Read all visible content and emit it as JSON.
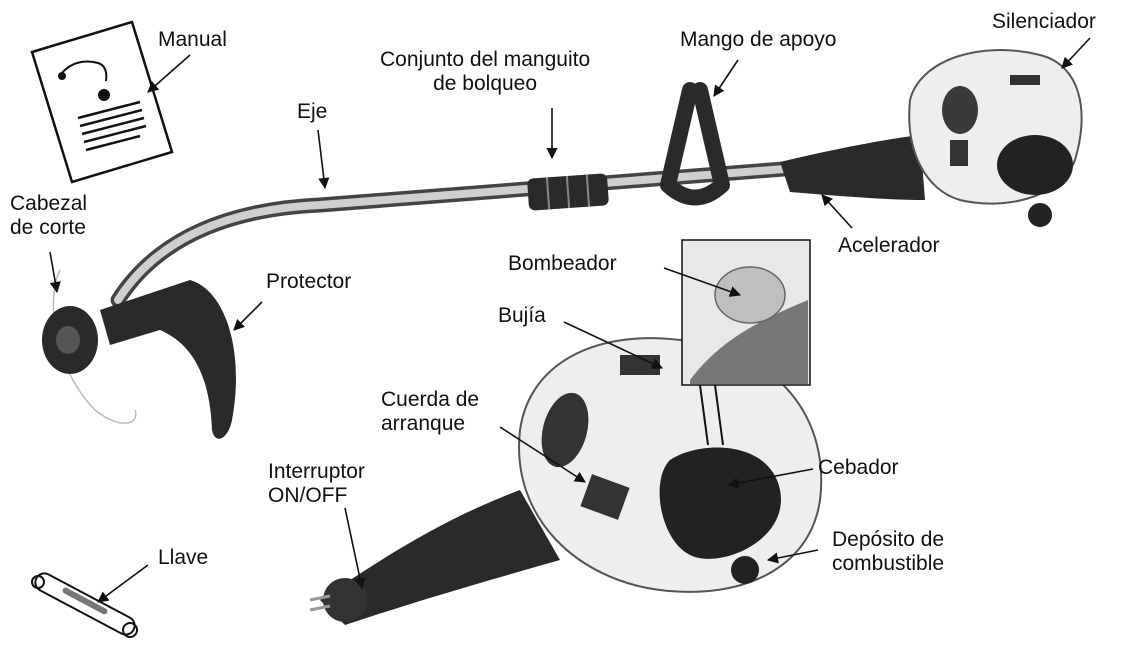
{
  "labels": {
    "manual": "Manual",
    "conjunto_line1": "Conjunto del manguito",
    "conjunto_line2": "de bolqueo",
    "mango": "Mango de apoyo",
    "silenciador": "Silenciador",
    "eje": "Eje",
    "cabezal_line1": "Cabezal",
    "cabezal_line2": "de corte",
    "protector": "Protector",
    "acelerador": "Acelerador",
    "bombeador": "Bombeador",
    "bujia": "Bujía",
    "cuerda_line1": "Cuerda de",
    "cuerda_line2": "arranque",
    "cebador": "Cebador",
    "interruptor_line1": "Interruptor",
    "interruptor_line2": "ON/OFF",
    "llave": "Llave",
    "deposito_line1": "Depósito de",
    "deposito_line2": "combustible"
  },
  "colors": {
    "ink": "#111111",
    "dark_part": "#2a2a2a",
    "mid_part": "#6e6e6e",
    "light_part": "#d9d9d9",
    "engine_white": "#efefef"
  }
}
